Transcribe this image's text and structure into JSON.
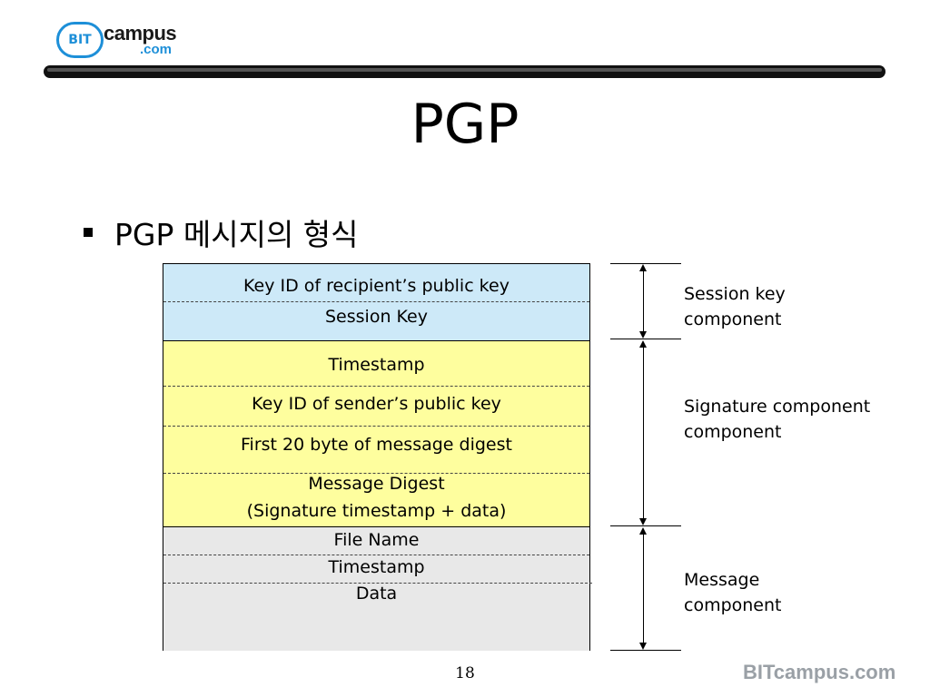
{
  "brand": {
    "logo_badge": "BIT",
    "logo_word": "campus",
    "logo_suffix": ".com",
    "footer": "BITcampus.com"
  },
  "slide": {
    "title": "PGP",
    "bullet": "PGP 메시지의 형식",
    "page_number": "18"
  },
  "diagram": {
    "session": {
      "fields": [
        "Key ID of recipient’s public key",
        "Session Key"
      ],
      "label_lines": [
        "Session key",
        "component"
      ],
      "color": "#cde9f8"
    },
    "signature": {
      "fields": [
        "Timestamp",
        "Key ID of sender’s public key",
        "First 20 byte of message digest",
        "Message Digest",
        "(Signature timestamp + data)"
      ],
      "label_lines": [
        "Signature component",
        "component"
      ],
      "color": "#fefe9e"
    },
    "message": {
      "fields": [
        "File Name",
        "Timestamp",
        "Data"
      ],
      "label_lines": [
        "Message",
        "component"
      ],
      "color": "#e8e8e8"
    }
  }
}
